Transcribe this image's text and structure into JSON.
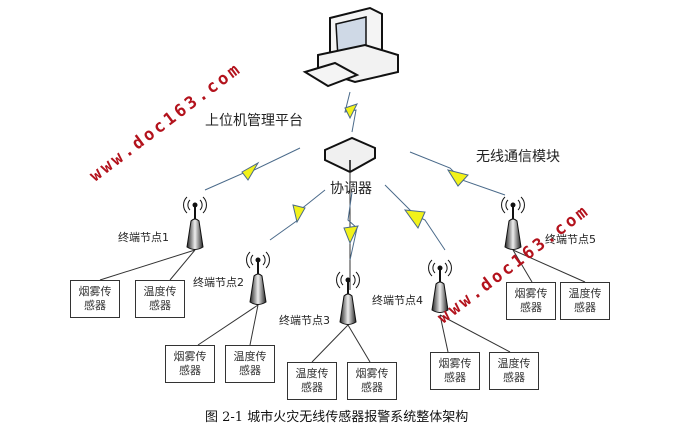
{
  "labels": {
    "host": "上位机管理平台",
    "coordinator": "协调器",
    "wireless_module": "无线通信模块"
  },
  "nodes": [
    {
      "label": "终端节点1",
      "sensors": [
        "烟雾传感器",
        "温度传感器"
      ]
    },
    {
      "label": "终端节点2",
      "sensors": [
        "烟雾传感器",
        "温度传感器"
      ]
    },
    {
      "label": "终端节点3",
      "sensors": [
        "温度传感器",
        "烟雾传感器"
      ]
    },
    {
      "label": "终端节点4",
      "sensors": [
        "烟雾传感器",
        "温度传感器"
      ]
    },
    {
      "label": "终端节点5",
      "sensors": [
        "烟雾传感器",
        "温度传感器"
      ]
    }
  ],
  "sensor_text": {
    "smoke_l1": "烟雾传",
    "smoke_l2": "感器",
    "temp_l1": "温度传",
    "temp_l2": "感器"
  },
  "caption": "图 2-1  城市火灾无线传感器报警系统整体架构",
  "watermark": "www.doc163.com",
  "colors": {
    "bolt": "#f2f21a",
    "watermark": "#b3121c",
    "line": "#333333"
  }
}
